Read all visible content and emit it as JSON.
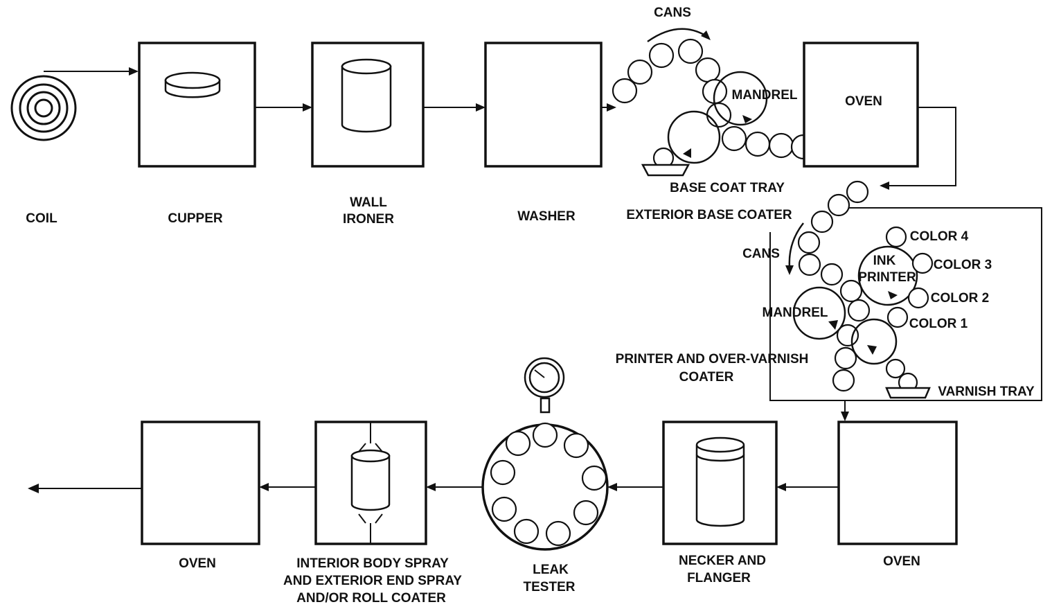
{
  "stages": {
    "coil": "COIL",
    "cupper": "CUPPER",
    "wall_ironer_1": "WALL",
    "wall_ironer_2": "IRONER",
    "washer": "WASHER",
    "oven_top": "OVEN",
    "base_coater": {
      "cans": "CANS",
      "mandrel": "MANDREL",
      "tray": "BASE COAT TRAY",
      "title": "EXTERIOR BASE COATER"
    },
    "printer": {
      "cans": "CANS",
      "mandrel": "MANDREL",
      "ink_1": "INK",
      "ink_2": "PRINTER",
      "color4": "COLOR 4",
      "color3": "COLOR 3",
      "color2": "COLOR 2",
      "color1": "COLOR 1",
      "title_1": "PRINTER AND OVER-VARNISH",
      "title_2": "COATER",
      "varnish_tray": "VARNISH TRAY"
    },
    "oven_right": "OVEN",
    "necker_1": "NECKER AND",
    "necker_2": "FLANGER",
    "leak_1": "LEAK",
    "leak_2": "TESTER",
    "spray_1": "INTERIOR BODY SPRAY",
    "spray_2": "AND EXTERIOR END SPRAY",
    "spray_3": "AND/OR ROLL COATER",
    "oven_bottom": "OVEN"
  }
}
